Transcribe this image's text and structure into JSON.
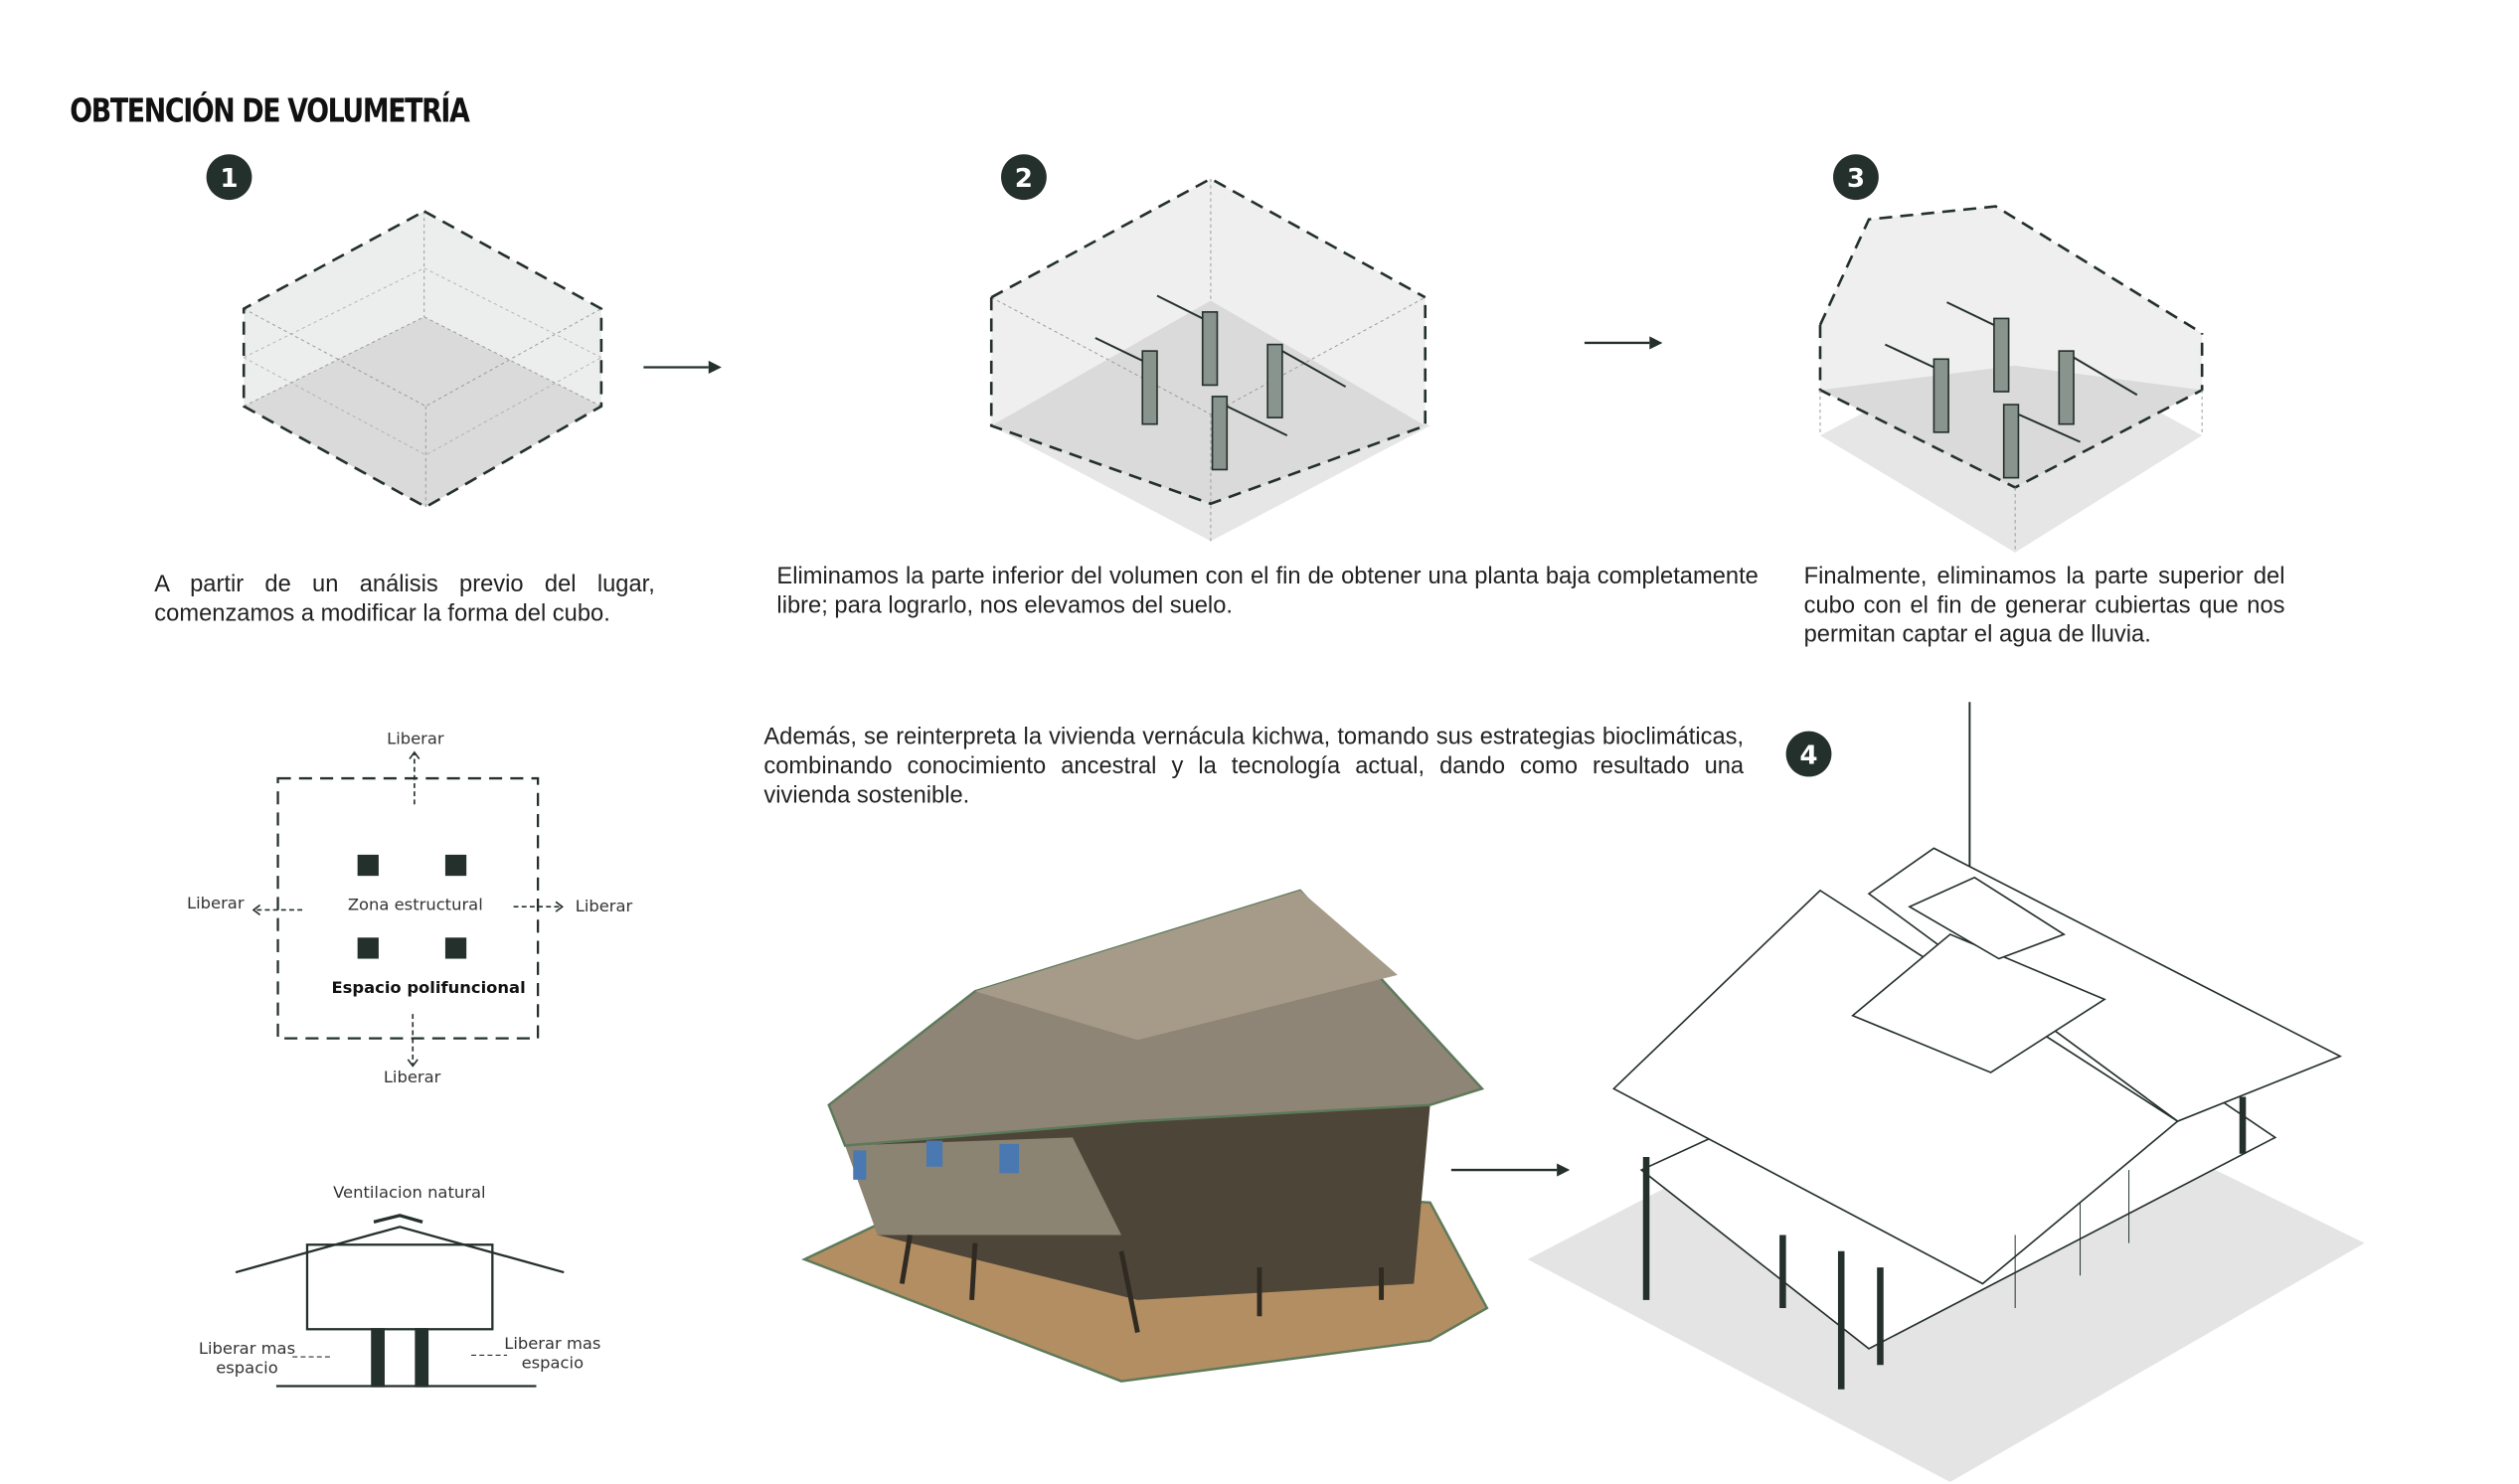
{
  "title": "OBTENCIÓN DE VOLUMETRÍA",
  "colors": {
    "accent": "#24302b",
    "volume_fill": "#e9eae9",
    "floor_fill": "#d9dad9",
    "shadow": "#e6e6e6"
  },
  "steps": [
    {
      "number": "1",
      "text": "A partir de un análisis previo del lugar, comenzamos a modificar la forma del cubo."
    },
    {
      "number": "2",
      "text": "Eliminamos la parte inferior del volumen con el fin de obtener una planta baja completamente libre; para lograrlo, nos elevamos del suelo."
    },
    {
      "number": "3",
      "text": "Finalmente, eliminamos la parte superior del cubo con el fin de generar cubiertas que nos permitan captar el agua de lluvia."
    },
    {
      "number": "4",
      "text": "Además, se reinterpreta la vivienda vernácula kichwa, tomando sus estrategias bioclimáticas, combinando conocimiento ancestral y la tecnología actual, dando como resultado una vivienda sostenible."
    }
  ],
  "plan_diagram": {
    "top": "Liberar",
    "left": "Liberar",
    "right": "Liberar",
    "bottom": "Liberar",
    "center": "Zona estructural",
    "bold": "Espacio polifuncional"
  },
  "section_diagram": {
    "top": "Ventilacion natural",
    "left": "Liberar mas espacio",
    "right": "Liberar mas espacio"
  }
}
